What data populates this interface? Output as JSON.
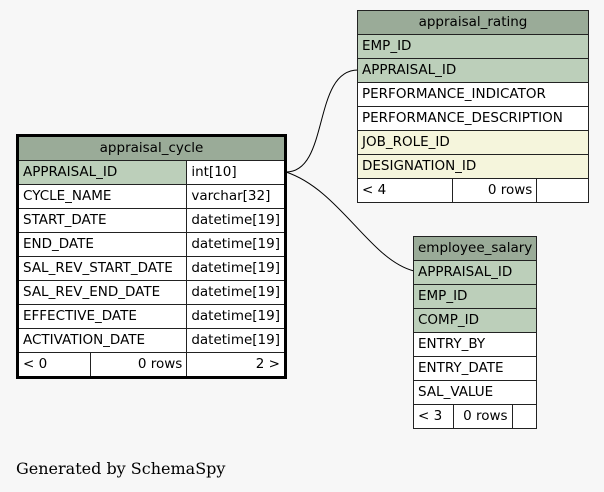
{
  "tables": {
    "appraisal_cycle": {
      "name": "appraisal_cycle",
      "columns": [
        {
          "name": "APPRAISAL_ID",
          "type": "int[10]"
        },
        {
          "name": "CYCLE_NAME",
          "type": "varchar[32]"
        },
        {
          "name": "START_DATE",
          "type": "datetime[19]"
        },
        {
          "name": "END_DATE",
          "type": "datetime[19]"
        },
        {
          "name": "SAL_REV_START_DATE",
          "type": "datetime[19]"
        },
        {
          "name": "SAL_REV_END_DATE",
          "type": "datetime[19]"
        },
        {
          "name": "EFFECTIVE_DATE",
          "type": "datetime[19]"
        },
        {
          "name": "ACTIVATION_DATE",
          "type": "datetime[19]"
        }
      ],
      "footer": {
        "parents": "< 0",
        "rows": "0 rows",
        "children": "2 >"
      }
    },
    "appraisal_rating": {
      "name": "appraisal_rating",
      "columns": [
        "EMP_ID",
        "APPRAISAL_ID",
        "PERFORMANCE_INDICATOR",
        "PERFORMANCE_DESCRIPTION",
        "JOB_ROLE_ID",
        "DESIGNATION_ID"
      ],
      "footer": {
        "parents": "< 4",
        "rows": "0 rows",
        "children": ""
      }
    },
    "employee_salary": {
      "name": "employee_salary",
      "columns": [
        "APPRAISAL_ID",
        "EMP_ID",
        "COMP_ID",
        "ENTRY_BY",
        "ENTRY_DATE",
        "SAL_VALUE"
      ],
      "footer": {
        "parents": "< 3",
        "rows": "0 rows",
        "children": ""
      }
    }
  },
  "footer_text": "Generated by SchemaSpy",
  "colors": {
    "header": "#9aab98",
    "key": "#bccfba",
    "foreign_key": "#f5f5dc",
    "background": "#f7f7f7"
  }
}
